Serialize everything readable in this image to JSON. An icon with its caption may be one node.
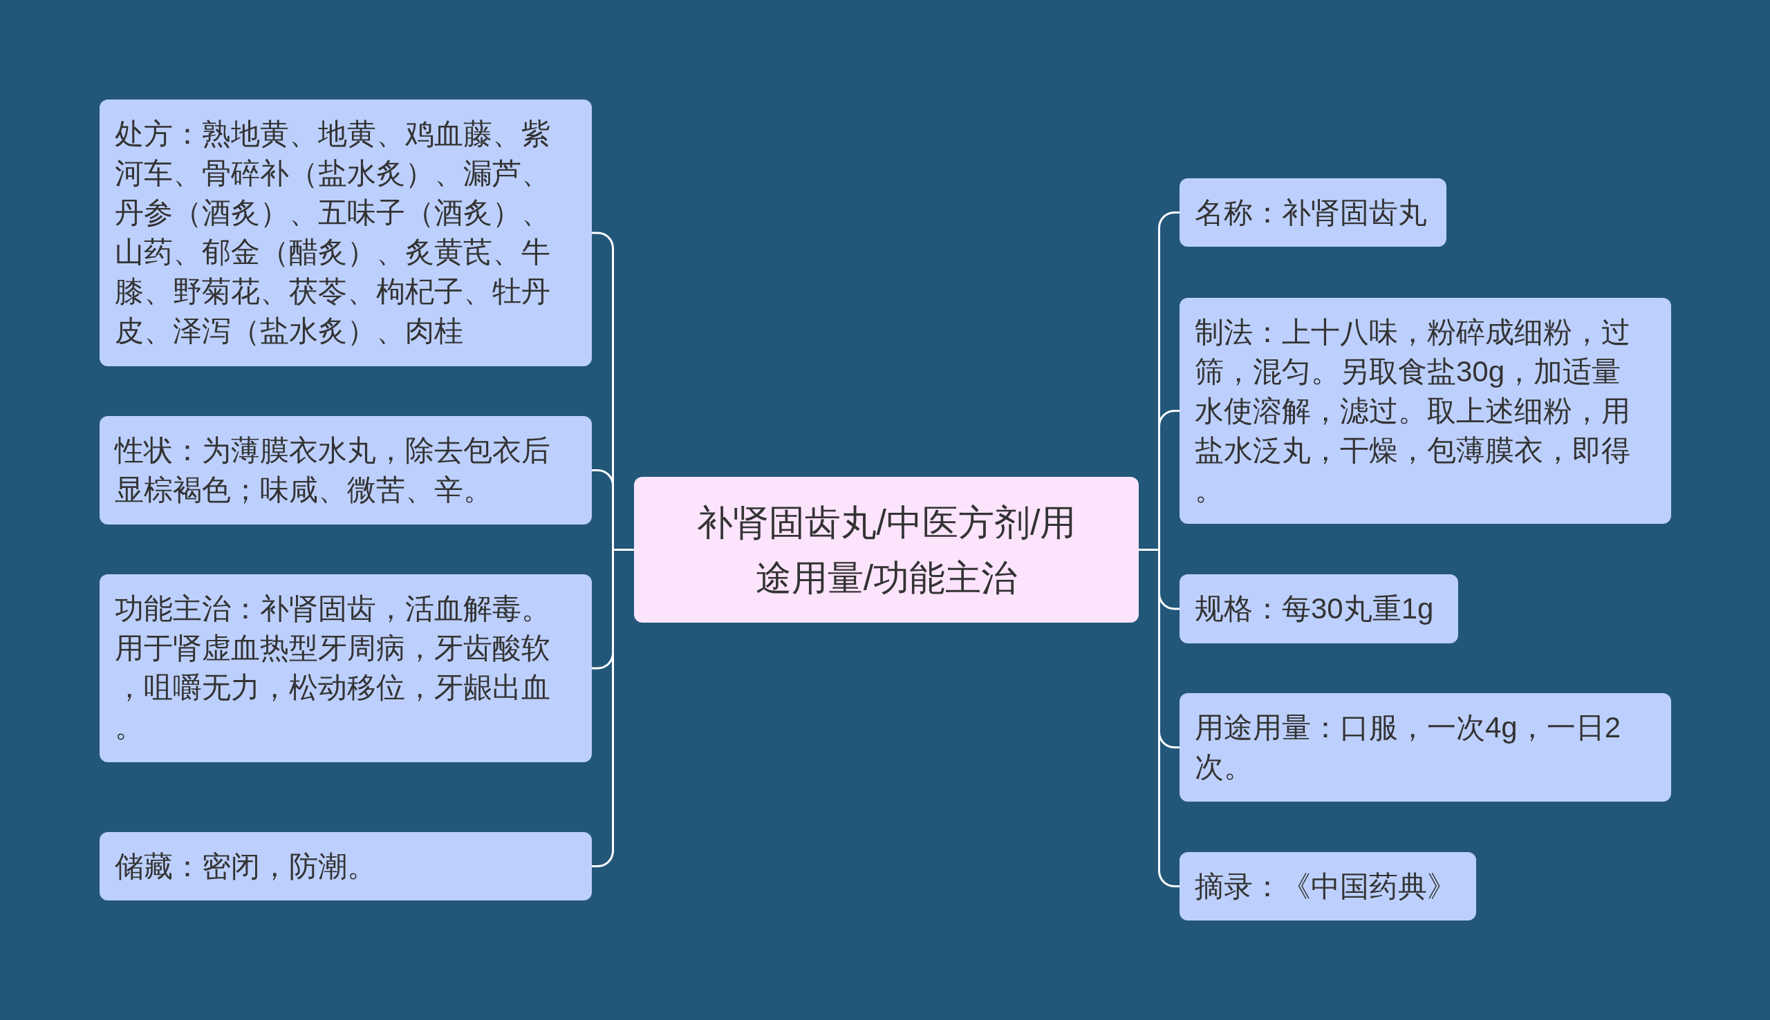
{
  "diagram": {
    "nodes": [
      {
        "text": [
          "补肾固齿丸/中医方剂/用途用量/功能主治"
        ]
      },
      {
        "text": [
          "处方：熟地黄、地黄、鸡血藤、紫河车、骨碎补（盐水炙）、漏芦、丹参（酒炙）、五味子（酒炙）、山药、郁金（醋炙）、炙黄芪、牛膝、野菊花、茯苓、枸杞子、牡丹皮、泽泻（盐水炙）、肉桂"
        ]
      },
      {
        "text": [
          "性状：为薄膜衣水丸，除去包衣后显棕褐色；味咸、微苦、辛。"
        ]
      },
      {
        "text": [
          "功能主治：补肾固齿，活血解毒。用于肾虚血热型牙周病，牙齿酸软，咀嚼无力，松动移位，牙龈出血。"
        ]
      },
      {
        "text": [
          "储藏：密闭，防潮。"
        ]
      },
      {
        "text": [
          "名称：补肾固齿丸"
        ]
      },
      {
        "text": [
          "制法：上十八味，粉碎成细粉，过筛，混匀。另取食盐30g，加适量水使溶解，滤过。取上述细粉，用盐水泛丸，干燥，包薄膜衣，即得。"
        ]
      },
      {
        "text": [
          "规格：每30丸重1g"
        ]
      },
      {
        "text": [
          "用途用量：口服，一次4g，一日2次。"
        ]
      },
      {
        "text": [
          "摘录：《中国药典》"
        ]
      }
    ],
    "edges": [
      {
        "from": 0,
        "to": 1,
        "arrow": "none"
      },
      {
        "from": 0,
        "to": 2,
        "arrow": "none"
      },
      {
        "from": 0,
        "to": 3,
        "arrow": "none"
      },
      {
        "from": 0,
        "to": 4,
        "arrow": "none"
      },
      {
        "from": 0,
        "to": 5,
        "arrow": "none"
      },
      {
        "from": 0,
        "to": 6,
        "arrow": "none"
      },
      {
        "from": 0,
        "to": 7,
        "arrow": "none"
      },
      {
        "from": 0,
        "to": 8,
        "arrow": "none"
      },
      {
        "from": 0,
        "to": 9,
        "arrow": "none"
      }
    ]
  }
}
